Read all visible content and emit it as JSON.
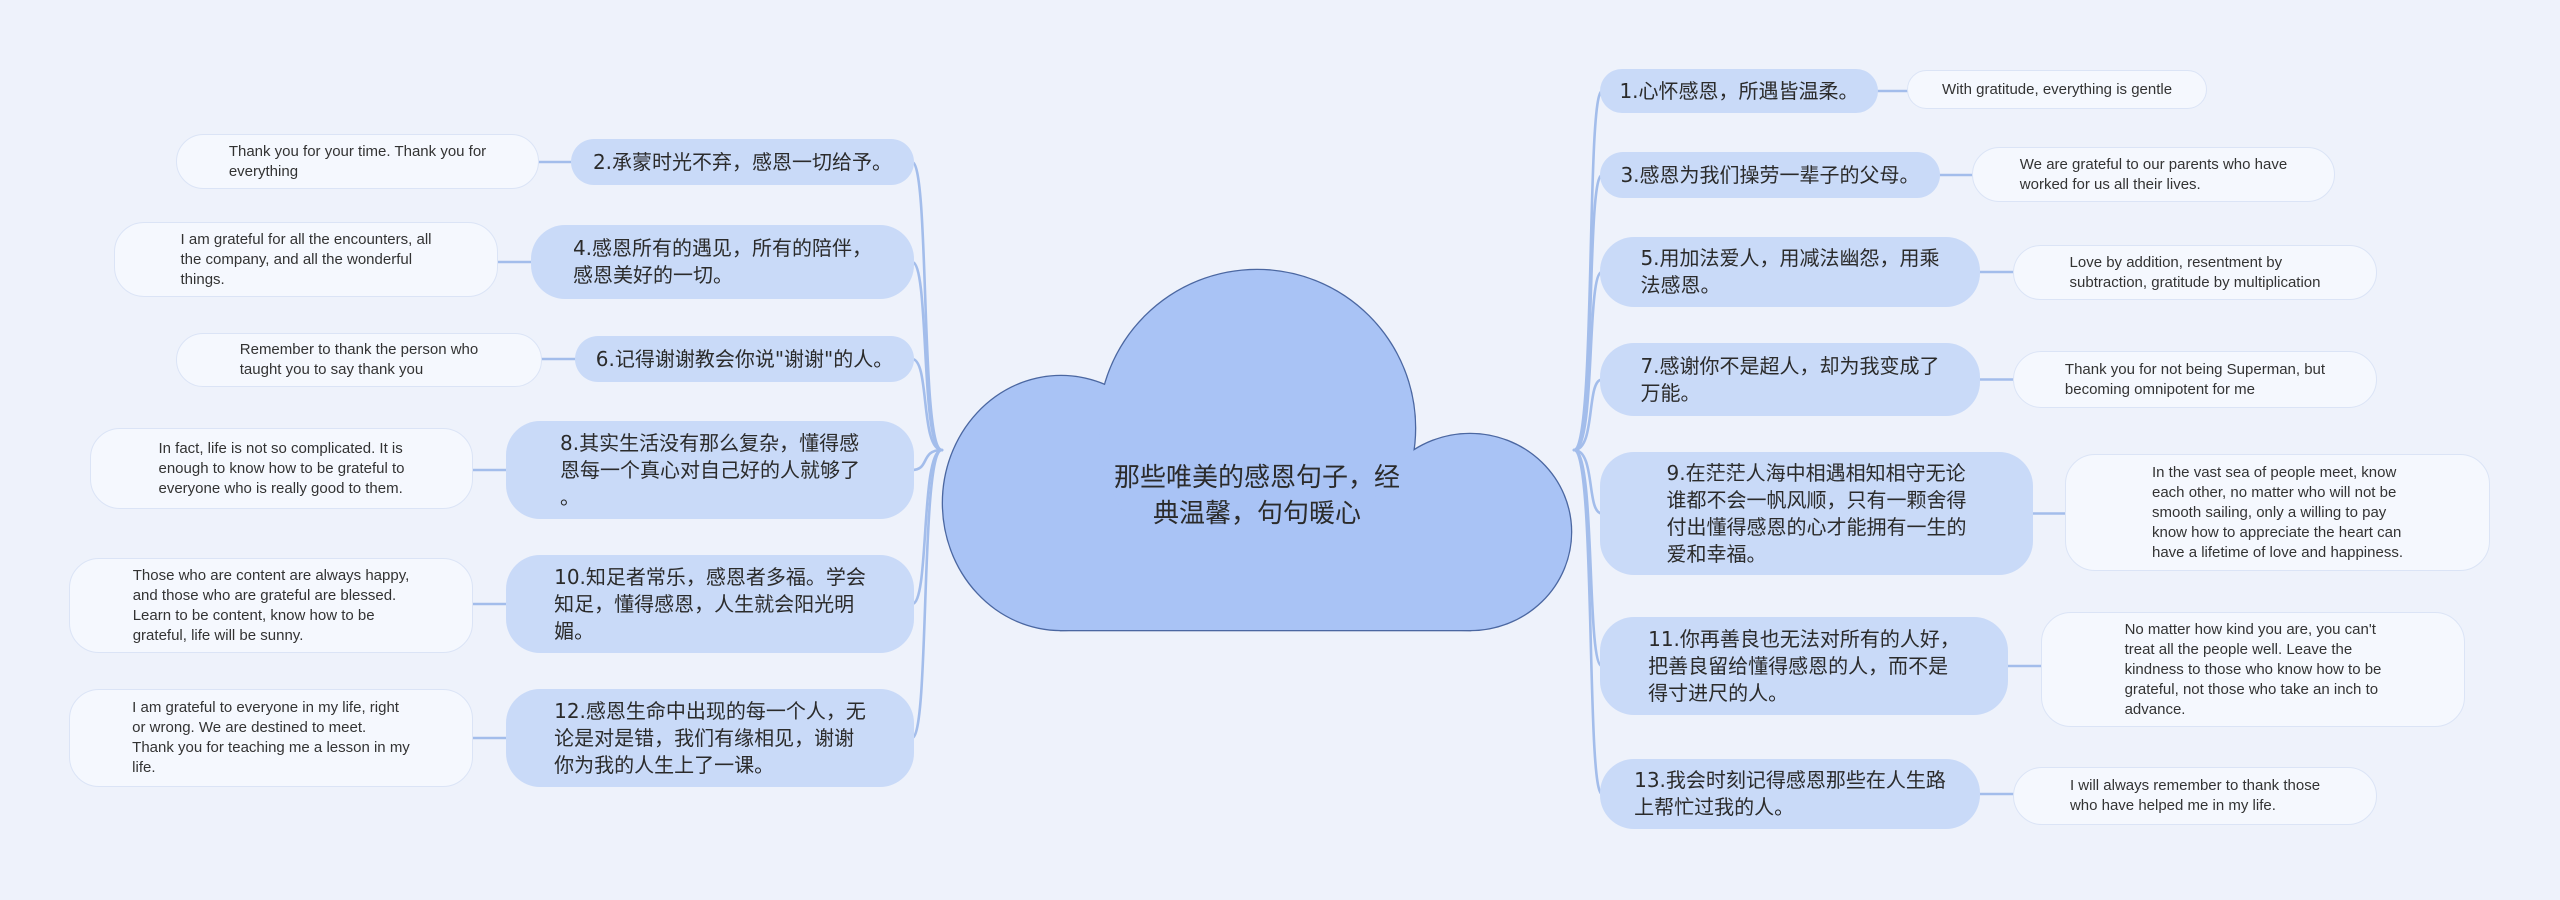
{
  "central_topic": "那些唯美的感恩句子，经\n典温馨，句句暖心",
  "left_branches": [
    {
      "zh": "2.承蒙时光不弃，感恩一切给予。",
      "en": "Thank you for your time. Thank you for\neverything"
    },
    {
      "zh": "4.感恩所有的遇见，所有的陪伴，\n感恩美好的一切。",
      "en": "I am grateful for all the encounters, all\nthe company, and all the wonderful\nthings."
    },
    {
      "zh": "6.记得谢谢教会你说\"谢谢\"的人。",
      "en": "Remember to thank the person who\ntaught you to say thank you"
    },
    {
      "zh": "8.其实生活没有那么复杂，懂得感\n恩每一个真心对自己好的人就够了\n。",
      "en": "In fact, life is not so complicated. It is\nenough to know how to be grateful to\neveryone who is really good to them."
    },
    {
      "zh": "10.知足者常乐，感恩者多福。学会\n知足，懂得感恩，人生就会阳光明\n媚。",
      "en": "Those who are content are always happy,\n and those who are grateful are blessed.\nLearn to be content, know how to be\ngrateful, life will be sunny."
    },
    {
      "zh": "12.感恩生命中出现的每一个人，无\n论是对是错，我们有缘相见，谢谢\n你为我的人生上了一课。",
      "en": "I am grateful to everyone in my life, right\nor wrong. We are destined to meet.\nThank you for teaching me a lesson in my\n life."
    }
  ],
  "right_branches": [
    {
      "zh": "1.心怀感恩，所遇皆温柔。",
      "en": "With gratitude, everything is gentle"
    },
    {
      "zh": "3.感恩为我们操劳一辈子的父母。",
      "en": "We are grateful to our parents who have\nworked for us all their lives."
    },
    {
      "zh": "5.用加法爱人，用减法幽怨，用乘\n法感恩。",
      "en": "Love by addition, resentment by\nsubtraction, gratitude by multiplication"
    },
    {
      "zh": "7.感谢你不是超人，却为我变成了\n万能。",
      "en": "Thank you for not being Superman, but\nbecoming omnipotent for me"
    },
    {
      "zh": "9.在茫茫人海中相遇相知相守无论\n谁都不会一帆风顺，只有一颗舍得\n付出懂得感恩的心才能拥有一生的\n爱和幸福。",
      "en": "In the vast sea of people meet, know\neach other, no matter who will not be\nsmooth sailing, only a willing to pay\nknow how to appreciate the heart can\nhave a lifetime of love and happiness."
    },
    {
      "zh": "11.你再善良也无法对所有的人好，\n把善良留给懂得感恩的人，而不是\n得寸进尺的人。",
      "en": "No matter how kind you are, you can't\ntreat all the people well. Leave the\nkindness to those who know how to be\ngrateful, not those who take an inch to\nadvance."
    },
    {
      "zh": "13.我会时刻记得感恩那些在人生路\n上帮忙过我的人。",
      "en": "I will always remember to thank those\nwho have helped me in my life."
    }
  ],
  "colors": {
    "background": "#eef2fb",
    "branch_fill": "#c9daf8",
    "leaf_fill": "#f5f8fe",
    "leaf_border": "#dbe4f6",
    "central_fill": "#a9c3f5",
    "central_stroke": "#4b67a1",
    "line": "#a3bdeb"
  }
}
